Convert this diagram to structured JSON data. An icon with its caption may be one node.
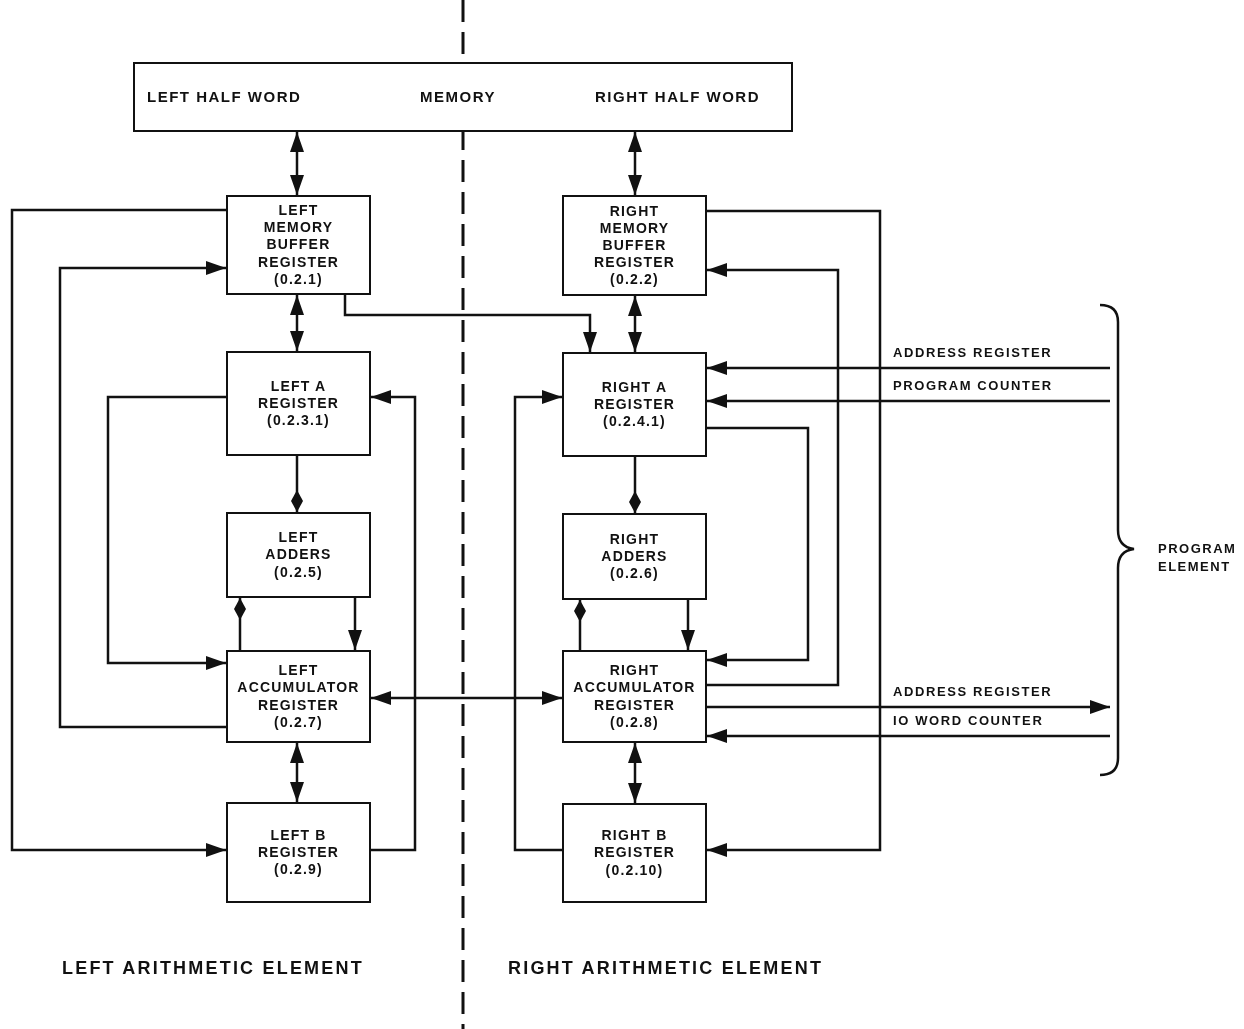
{
  "diagram": {
    "nodes": [
      {
        "text": [
          "LEFT HALF WORD",
          "MEMORY",
          "RIGHT HALF WORD"
        ]
      },
      {
        "text": [
          "LEFT MEMORY BUFFER REGISTER",
          "(0.2.1)"
        ]
      },
      {
        "text": [
          "RIGHT MEMORY BUFFER REGISTER",
          "(0.2.2)"
        ]
      },
      {
        "text": [
          "LEFT A REGISTER",
          "(0.2.3.1)"
        ]
      },
      {
        "text": [
          "RIGHT A REGISTER",
          "(0.2.4.1)"
        ]
      },
      {
        "text": [
          "LEFT ADDERS",
          "(0.2.5)"
        ]
      },
      {
        "text": [
          "RIGHT ADDERS",
          "(0.2.6)"
        ]
      },
      {
        "text": [
          "LEFT ACCUMULATOR REGISTER",
          "(0.2.7)"
        ]
      },
      {
        "text": [
          "RIGHT ACCUMULATOR REGISTER",
          "(0.2.8)"
        ]
      },
      {
        "text": [
          "LEFT B REGISTER",
          "(0.2.9)"
        ]
      },
      {
        "text": [
          "RIGHT B REGISTER",
          "(0.2.10)"
        ]
      }
    ],
    "edges": [
      {
        "from": 0,
        "to": 1,
        "arrow": "both"
      },
      {
        "from": 0,
        "to": 2,
        "arrow": "both"
      },
      {
        "from": 1,
        "to": 3,
        "arrow": "both"
      },
      {
        "from": 2,
        "to": 4,
        "arrow": "both"
      },
      {
        "from": 1,
        "to": 4,
        "arrow": "to"
      },
      {
        "from": 1,
        "to": 9,
        "arrow": "to"
      },
      {
        "from": 7,
        "to": 1,
        "arrow": "to"
      },
      {
        "from": 3,
        "to": 7,
        "arrow": "to"
      },
      {
        "from": 9,
        "to": 3,
        "arrow": "to"
      },
      {
        "from": 3,
        "to": 5,
        "arrow": "other"
      },
      {
        "from": 7,
        "to": 5,
        "arrow": "other"
      },
      {
        "from": 5,
        "to": 7,
        "arrow": "to"
      },
      {
        "from": 7,
        "to": 8,
        "arrow": "both"
      },
      {
        "from": 7,
        "to": 9,
        "arrow": "both"
      },
      {
        "from": 2,
        "to": 10,
        "arrow": "to"
      },
      {
        "from": 8,
        "to": 2,
        "arrow": "to"
      },
      {
        "from": 4,
        "to": 8,
        "arrow": "to"
      },
      {
        "from": 10,
        "to": 4,
        "arrow": "to"
      },
      {
        "from": 4,
        "to": 6,
        "arrow": "other"
      },
      {
        "from": 8,
        "to": 6,
        "arrow": "other"
      },
      {
        "from": 6,
        "to": 8,
        "arrow": "to"
      },
      {
        "from": 8,
        "to": 10,
        "arrow": "both"
      },
      {
        "from": null,
        "to": 4,
        "arrow": "to",
        "label": "ADDRESS REGISTER"
      },
      {
        "from": null,
        "to": 4,
        "arrow": "to",
        "label": "PROGRAM COUNTER"
      },
      {
        "from": 8,
        "to": null,
        "arrow": "to",
        "label": "ADDRESS REGISTER"
      },
      {
        "from": null,
        "to": 8,
        "arrow": "to",
        "label": "IO WORD COUNTER"
      }
    ],
    "labels": [
      "PROGRAM ELEMENT",
      "LEFT ARITHMETIC ELEMENT",
      "RIGHT ARITHMETIC ELEMENT"
    ]
  }
}
